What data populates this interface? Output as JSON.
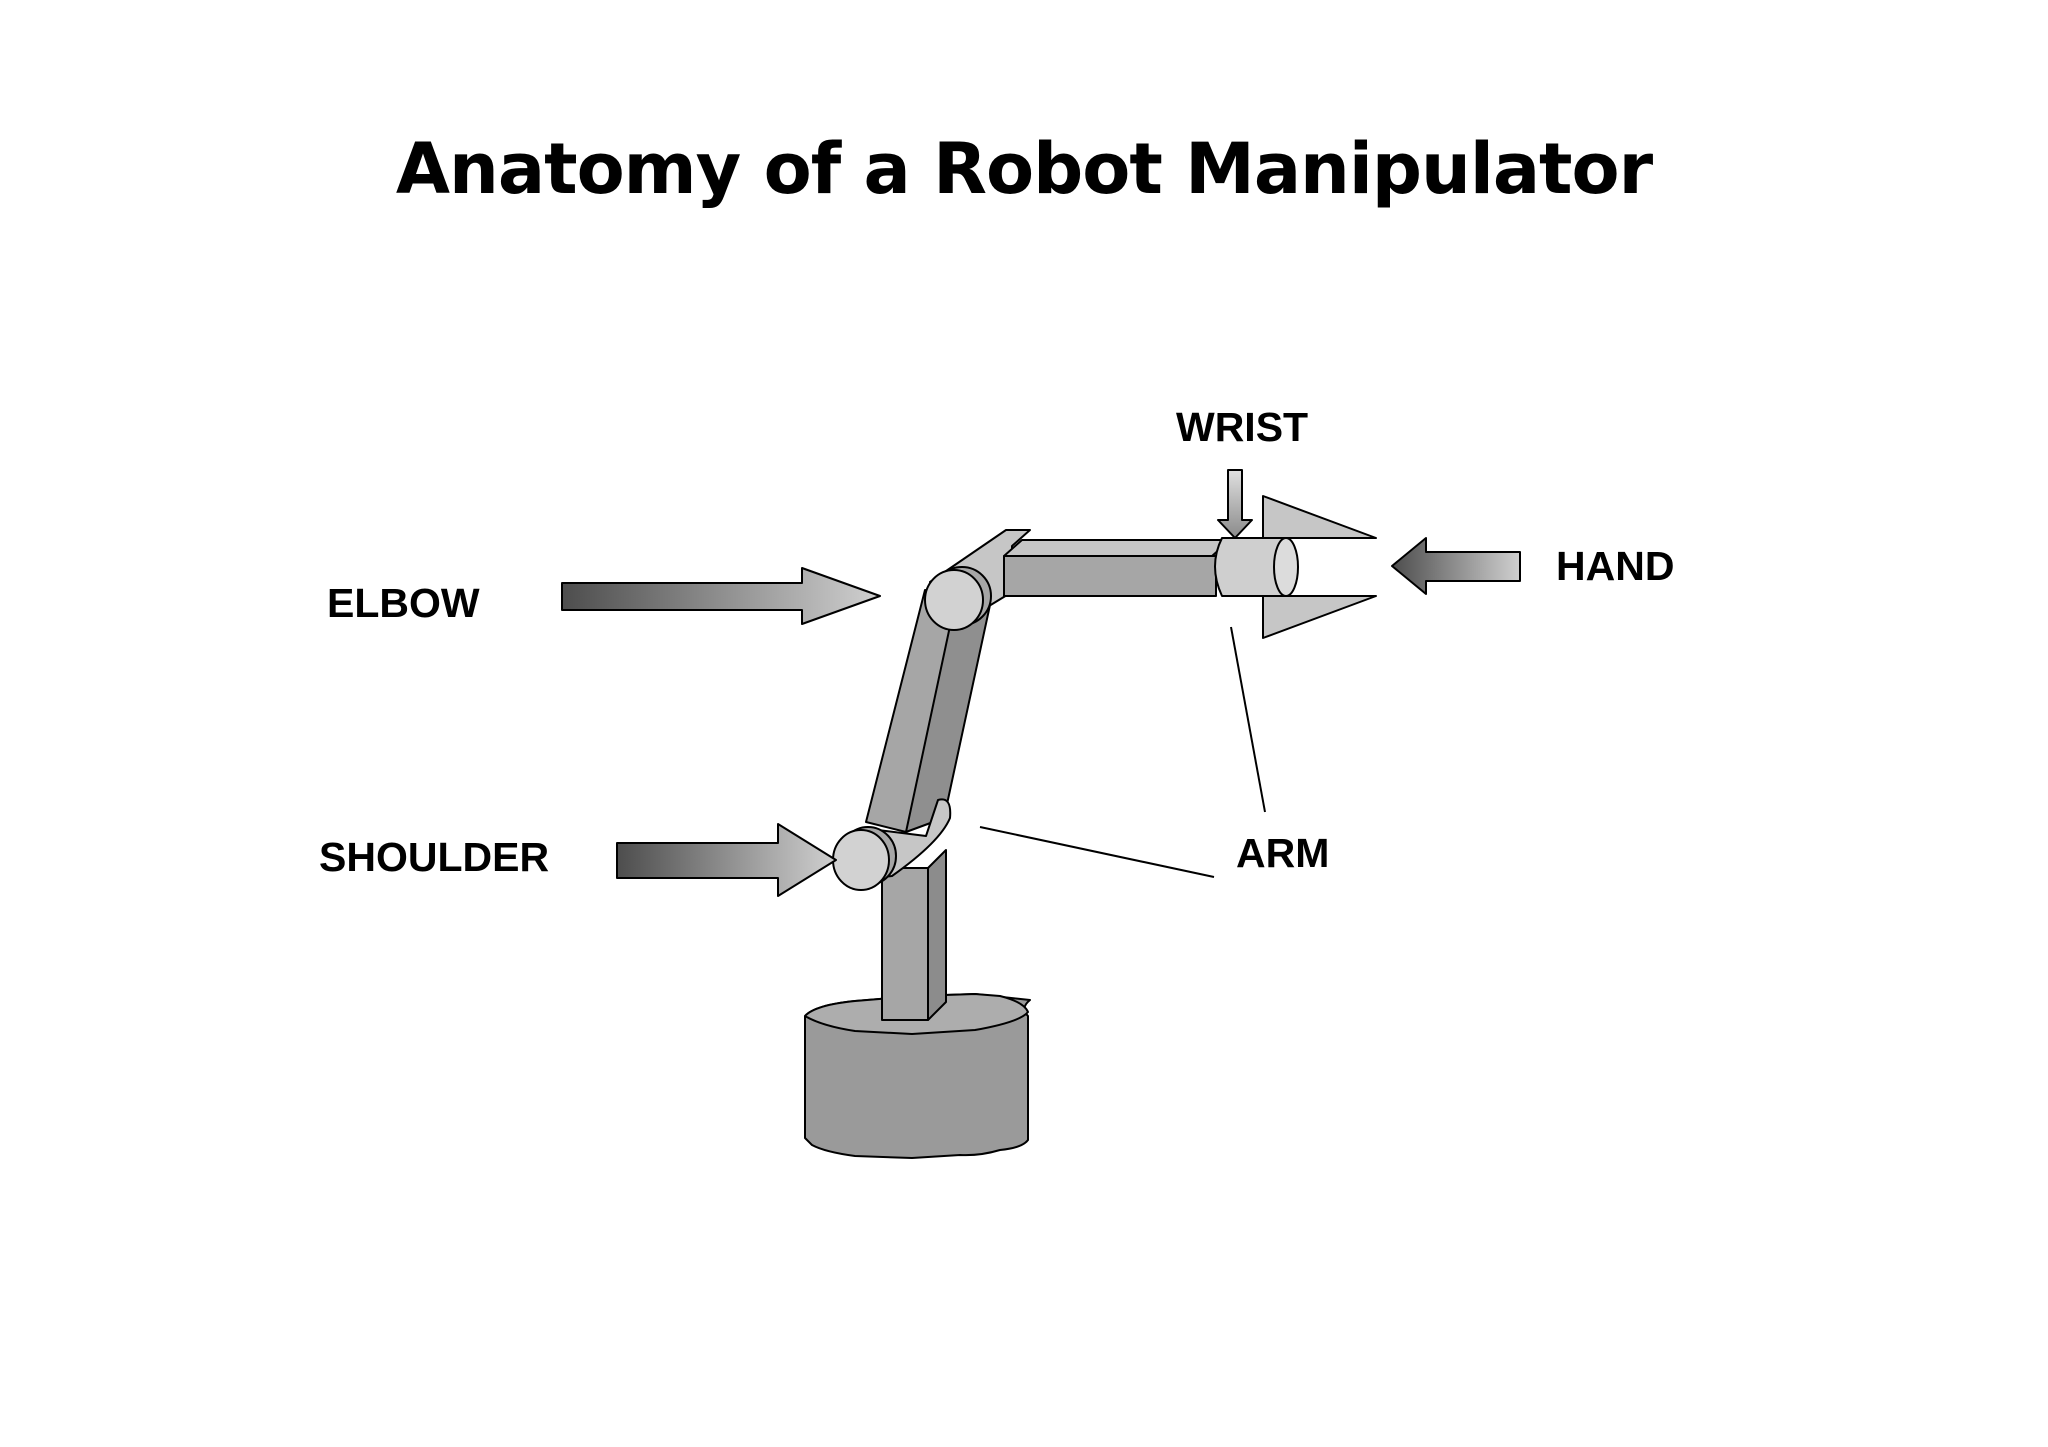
{
  "title": "Anatomy of a Robot Manipulator",
  "labels": {
    "wrist": "WRIST",
    "hand": "HAND",
    "elbow": "ELBOW",
    "shoulder": "SHOULDER",
    "arm": "ARM"
  },
  "colors": {
    "metal_light": "#cfcfcf",
    "metal_mid": "#a6a6a6",
    "metal_dark": "#8c8c8c",
    "base": "#9a9a9a",
    "outline": "#000000",
    "arrow_dark": "#4d4d4d",
    "arrow_light": "#cccccc"
  }
}
